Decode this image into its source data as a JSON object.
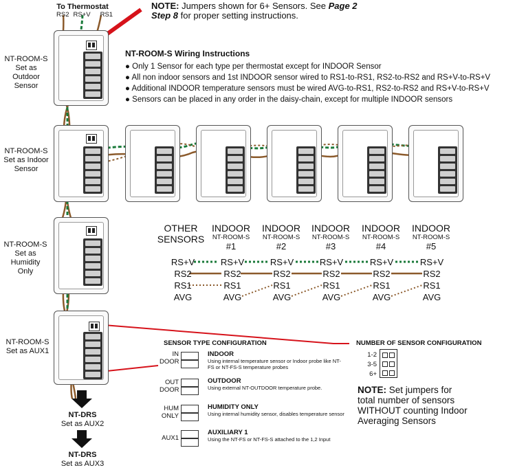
{
  "top": {
    "to_thermostat": "To Thermostat",
    "terminals": [
      "RS2",
      "RS+V",
      "RS1"
    ],
    "note_bold": "NOTE:",
    "note_text": "Jumpers shown for 6+ Sensors. See",
    "note_ref": "Page 2",
    "note_step": "Step 8",
    "note_tail": "for proper setting instructions."
  },
  "devices": {
    "outdoor": [
      "NT-ROOM-S",
      "Set as Outdoor",
      "Sensor"
    ],
    "indoor": [
      "NT-ROOM-S",
      "Set as Indoor",
      "Sensor"
    ],
    "humidity": [
      "NT-ROOM-S",
      "Set as Humidity",
      "Only"
    ],
    "aux1": [
      "NT-ROOM-S",
      "Set as AUX1"
    ],
    "drs1": [
      "NT-DRS",
      "Set as AUX2"
    ],
    "drs2": [
      "NT-DRS",
      "Set as AUX3"
    ]
  },
  "instructions": {
    "title": "NT-ROOM-S Wiring Instructions",
    "items": [
      "Only 1 Sensor for each type per thermostat except for INDOOR Sensor",
      "All non indoor sensors and 1st INDOOR sensor wired to RS1-to-RS1, RS2-to-RS2 and RS+V-to-RS+V",
      "Additional INDOOR temperature sensors must be wired AVG-to-RS1, RS2-to-RS2 and RS+V-to-RS+V",
      "Sensors can be placed in any order in the daisy-chain, except for multiple INDOOR sensors"
    ]
  },
  "wiring_table": {
    "columns": [
      {
        "h1": "OTHER",
        "h2": "SENSORS",
        "h3": ""
      },
      {
        "h1": "INDOOR",
        "h2": "NT-ROOM-S",
        "h3": "#1"
      },
      {
        "h1": "INDOOR",
        "h2": "NT-ROOM-S",
        "h3": "#2"
      },
      {
        "h1": "INDOOR",
        "h2": "NT-ROOM-S",
        "h3": "#3"
      },
      {
        "h1": "INDOOR",
        "h2": "NT-ROOM-S",
        "h3": "#4"
      },
      {
        "h1": "INDOOR",
        "h2": "NT-ROOM-S",
        "h3": "#5"
      }
    ],
    "rows": [
      "RS+V",
      "RS2",
      "RS1",
      "AVG"
    ],
    "colors": {
      "rsv": "#1a7a3a",
      "rs2": "#8b5a2b",
      "rs1": "#8b5a2b"
    }
  },
  "sensor_type": {
    "title": "SENSOR TYPE CONFIGURATION",
    "items": [
      {
        "tag1": "IN",
        "tag2": "DOOR",
        "name": "INDOOR",
        "desc": "Using internal temperature sensor or Indoor probe like NT-FS or NT-FS-S temperature probes"
      },
      {
        "tag1": "OUT",
        "tag2": "DOOR",
        "name": "OUTDOOR",
        "desc": "Using external NT-OUTDOOR temperature probe."
      },
      {
        "tag1": "HUM",
        "tag2": "ONLY",
        "name": "HUMIDITY ONLY",
        "desc": "Using internal humidity sensor, disables temperature sensor"
      },
      {
        "tag1": "AUX1",
        "tag2": "",
        "name": "AUXILIARY 1",
        "desc": "Using the NT-FS or NT-FS-S attached to the 1,2 Input"
      }
    ]
  },
  "num_sensor": {
    "title": "NUMBER OF SENSOR CONFIGURATION",
    "rows": [
      "1-2",
      "3-5",
      "6+"
    ],
    "note_bold": "NOTE:",
    "note_lines": [
      "Set jumpers for",
      "total number of sensors",
      "WITHOUT counting Indoor",
      "Averaging Sensors"
    ]
  }
}
